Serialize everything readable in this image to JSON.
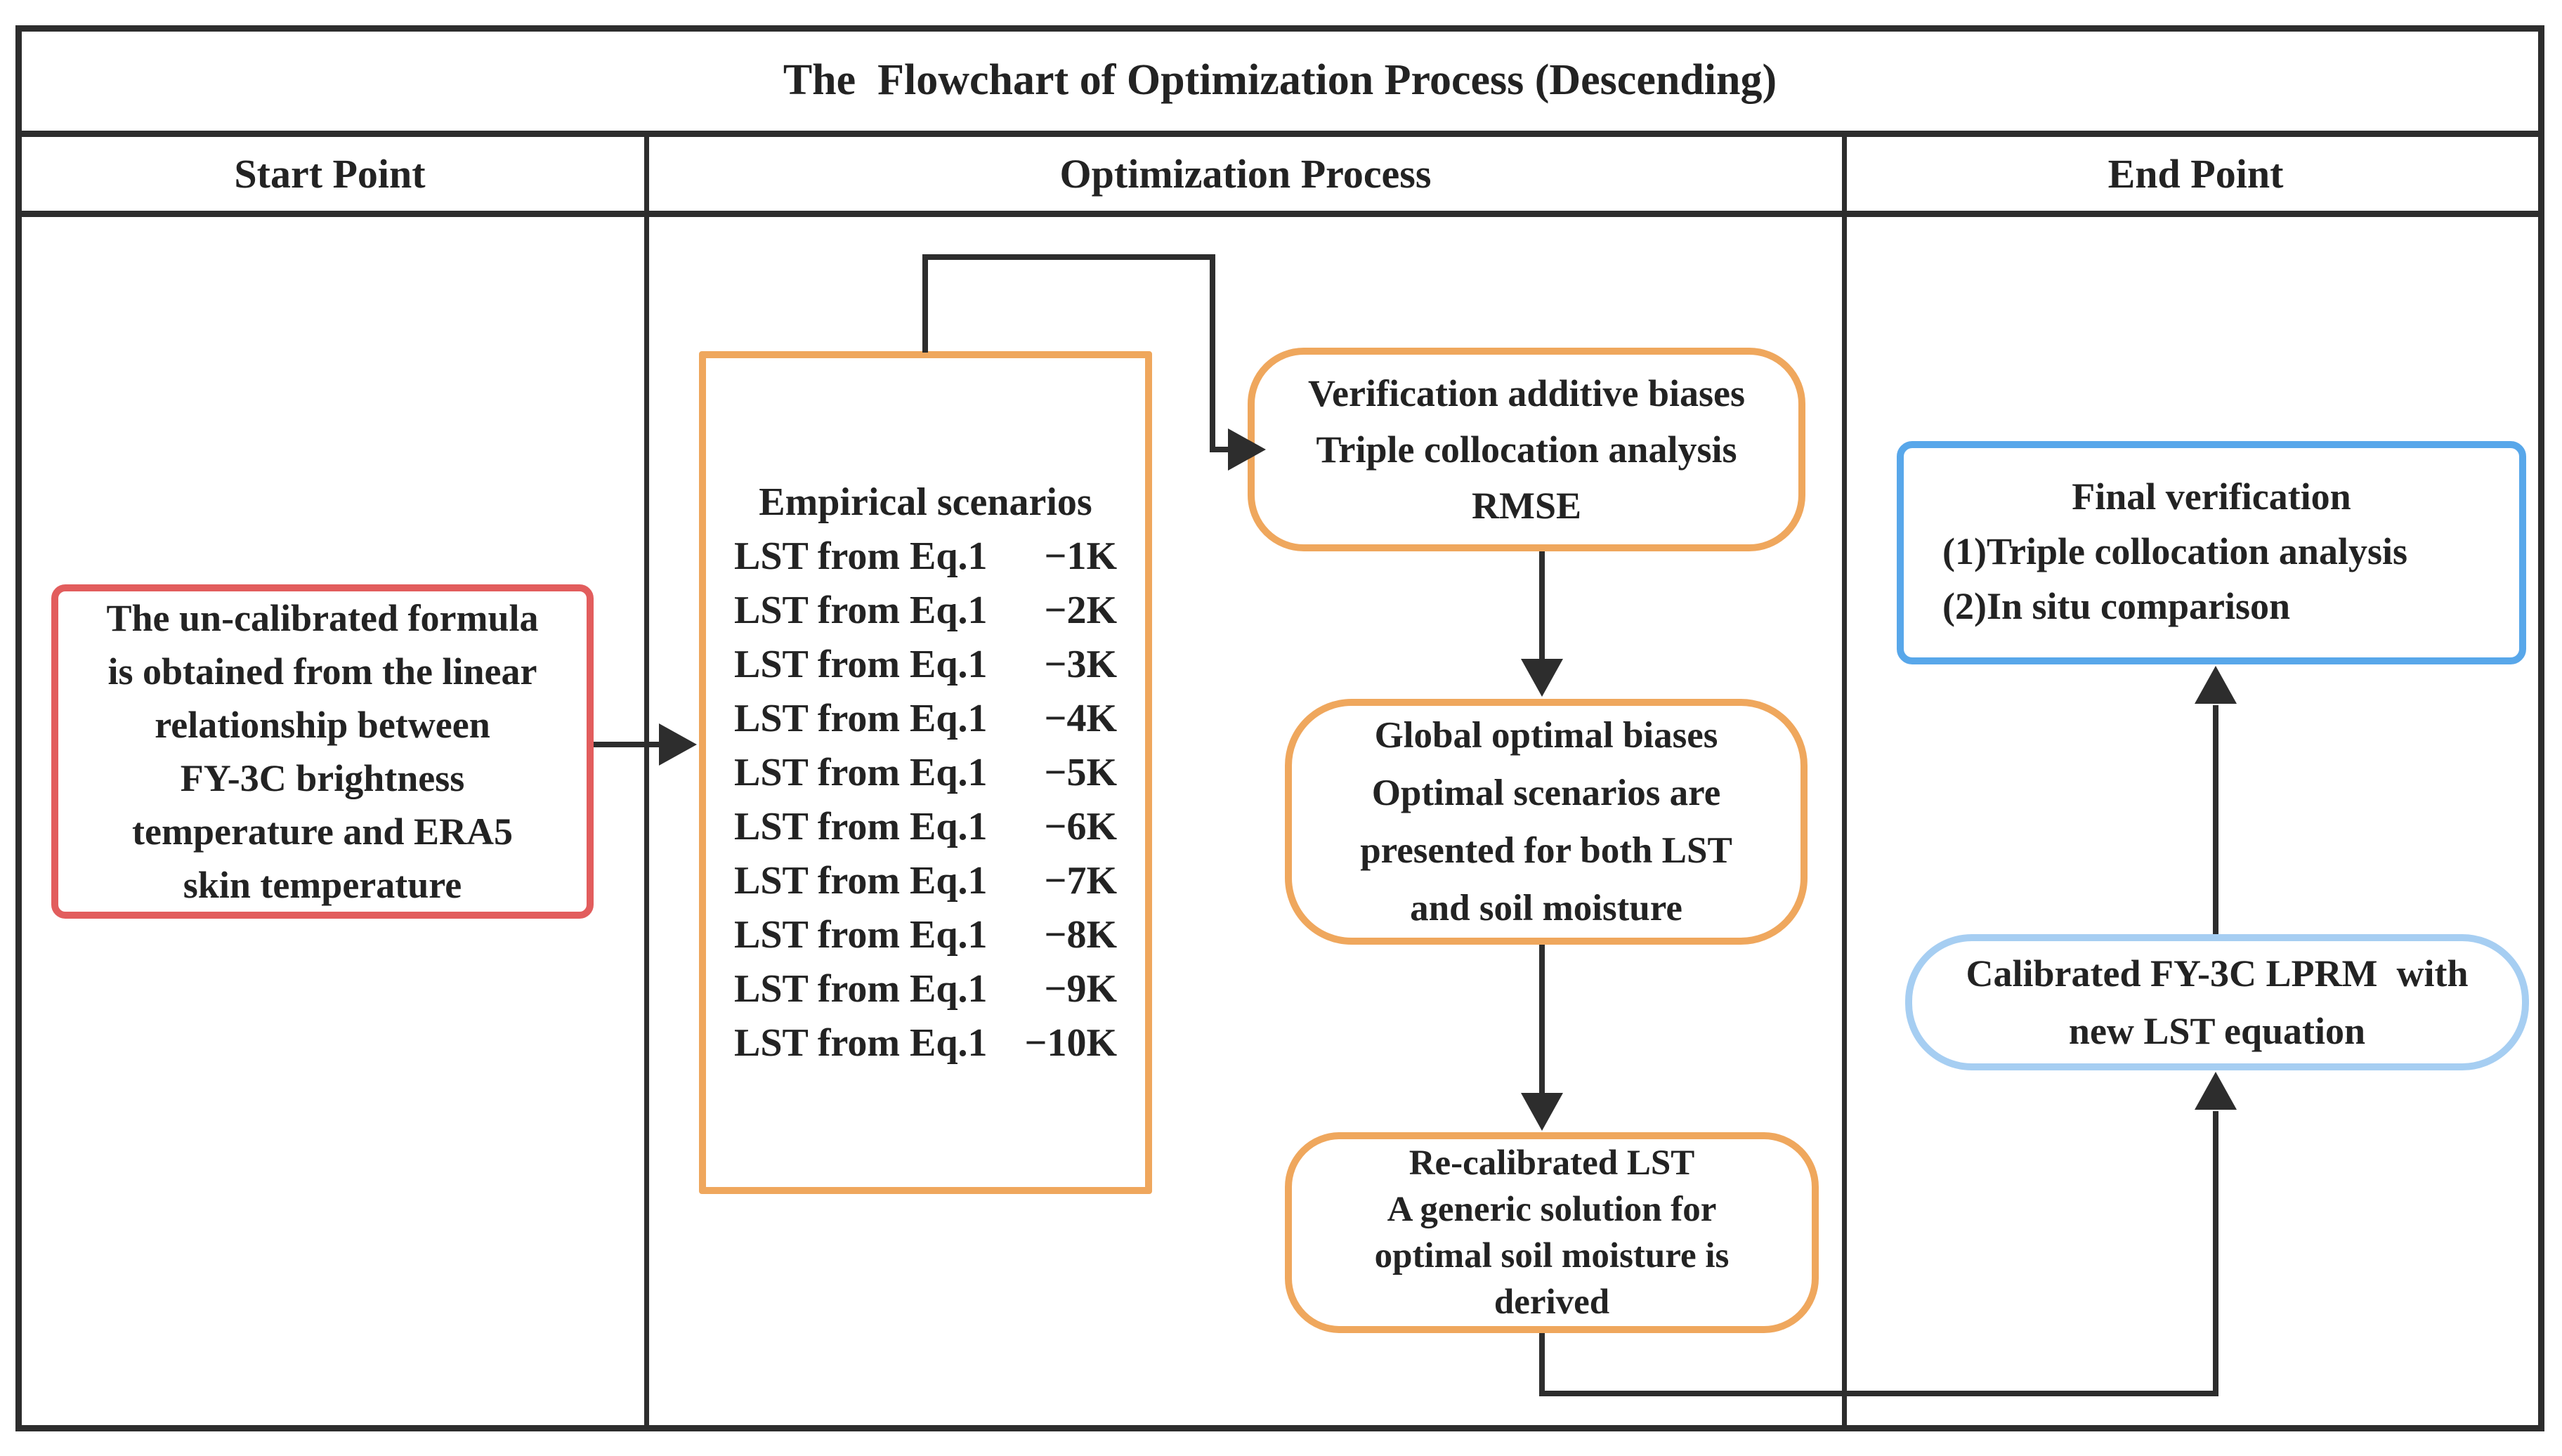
{
  "title": "The  Flowchart of Optimization Process (Descending)",
  "columns": {
    "start": "Start Point",
    "process": "Optimization Process",
    "end": "End Point"
  },
  "colors": {
    "red": "#e25d5d",
    "orange": "#efa75d",
    "blue": "#58a7ea",
    "light_blue": "#a6cef2",
    "line": "#2d2d2d",
    "text": "#232323"
  },
  "start_box": {
    "lines": [
      "The un-calibrated formula",
      "is obtained from the linear",
      "relationship between",
      "FY-3C brightness",
      "temperature and ERA5",
      "skin temperature"
    ]
  },
  "scenarios_box": {
    "title": "Empirical scenarios",
    "items": [
      {
        "label": "LST from Eq.1",
        "bias": "−1K"
      },
      {
        "label": "LST from Eq.1",
        "bias": "−2K"
      },
      {
        "label": "LST from Eq.1",
        "bias": "−3K"
      },
      {
        "label": "LST from Eq.1",
        "bias": "−4K"
      },
      {
        "label": "LST from Eq.1",
        "bias": "−5K"
      },
      {
        "label": "LST from Eq.1",
        "bias": "−6K"
      },
      {
        "label": "LST from Eq.1",
        "bias": "−7K"
      },
      {
        "label": "LST from Eq.1",
        "bias": "−8K"
      },
      {
        "label": "LST from Eq.1",
        "bias": "−9K"
      },
      {
        "label": "LST from Eq.1",
        "bias": "−10K"
      }
    ]
  },
  "verify_box": {
    "lines": [
      "Verification additive biases",
      "Triple collocation analysis",
      "RMSE"
    ]
  },
  "global_box": {
    "lines": [
      "Global optimal biases",
      "Optimal scenarios are",
      "presented for both LST",
      "and soil moisture"
    ]
  },
  "recal_box": {
    "lines": [
      "Re-calibrated LST",
      "A generic solution for",
      "optimal soil moisture is",
      "derived"
    ]
  },
  "final_box": {
    "lines": [
      "Final verification",
      "(1)Triple collocation analysis",
      "(2)In situ comparison"
    ]
  },
  "calib_box": {
    "lines": [
      "Calibrated FY-3C LPRM  with",
      "new LST equation"
    ]
  }
}
